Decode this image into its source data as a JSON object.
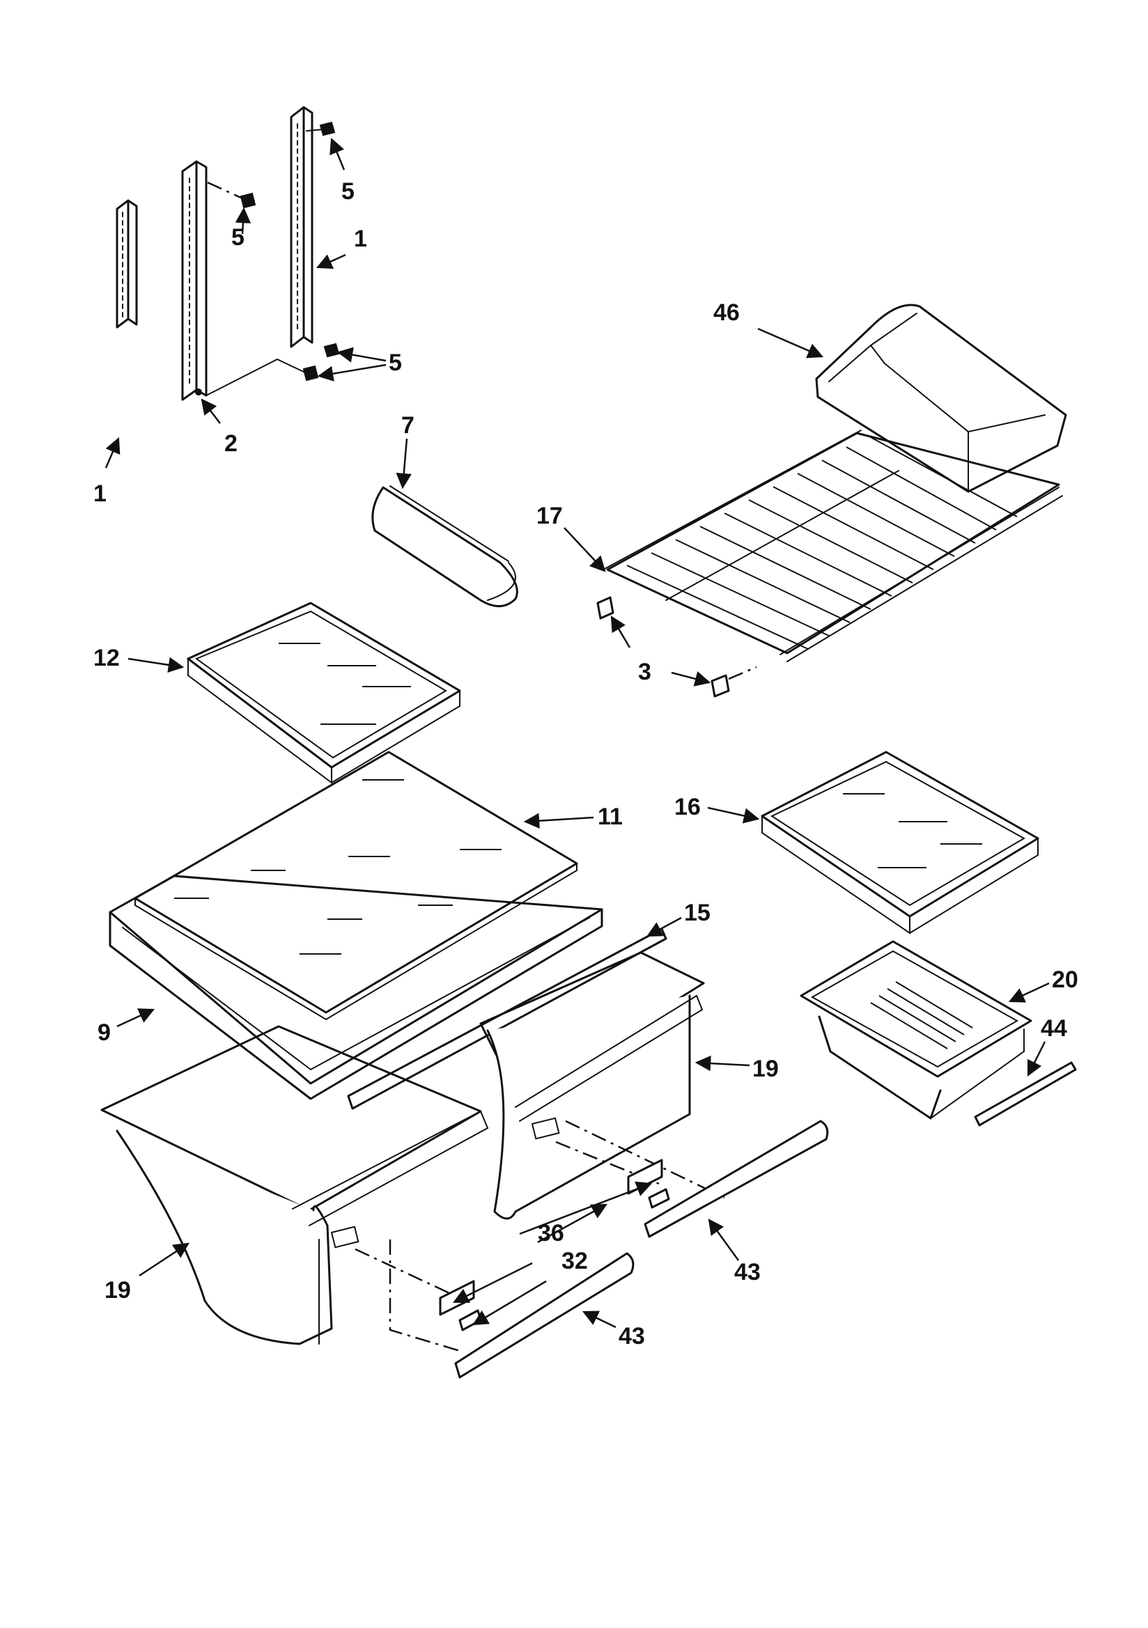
{
  "labels": {
    "c1": "1",
    "c2": "2",
    "c3": "3",
    "c5": "5",
    "c7": "7",
    "c9": "9",
    "c11": "11",
    "c12": "12",
    "c15": "15",
    "c16": "16",
    "c17": "17",
    "c19": "19",
    "c20": "20",
    "c32": "32",
    "c36": "36",
    "c43": "43",
    "c44": "44",
    "c46": "46"
  },
  "colors": {
    "ink": "#111111",
    "paper": "#ffffff"
  }
}
